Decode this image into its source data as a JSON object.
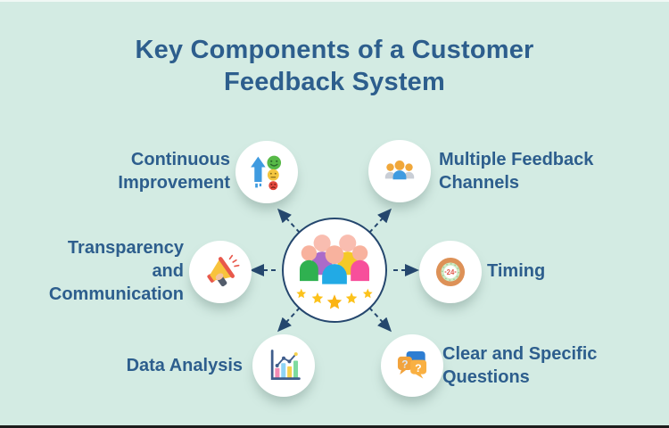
{
  "title": "Key Components of a Customer Feedback System",
  "center": {
    "description": "group of customers with five-star rating",
    "stars": 5
  },
  "components": [
    {
      "label": "Continuous Improvement",
      "icon": "growth-arrow-smileys-icon",
      "position": "top-left"
    },
    {
      "label": "Multiple Feedback Channels",
      "icon": "people-group-icon",
      "position": "top-right"
    },
    {
      "label": "Transparency and Communication",
      "icon": "megaphone-icon",
      "position": "middle-left"
    },
    {
      "label": "Timing",
      "icon": "24-hours-clock-icon",
      "icon_text": "24",
      "position": "middle-right"
    },
    {
      "label": "Data Analysis",
      "icon": "bar-chart-icon",
      "position": "bottom-left"
    },
    {
      "label": "Clear and Specific Questions",
      "icon": "question-bubbles-icon",
      "icon_text": [
        "?",
        "?"
      ],
      "position": "bottom-right"
    }
  ],
  "colors": {
    "background": "#d3ebe3",
    "heading": "#2d5e8d",
    "connector": "#25476e",
    "star_gold": "#fcc21b"
  }
}
